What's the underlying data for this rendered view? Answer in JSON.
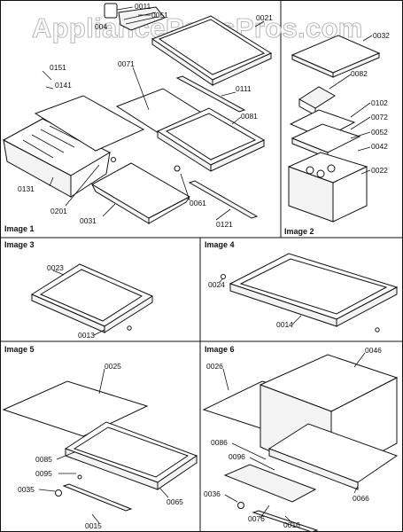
{
  "watermark": "AppliancePartsPros.com",
  "panels": {
    "image1": "Image 1",
    "image2": "Image 2",
    "image3": "Image 3",
    "image4": "Image 4",
    "image5": "Image 5",
    "image6": "Image 6"
  },
  "labels": {
    "p0011": "0011",
    "p0051": "0051",
    "p0021": "0021",
    "p004": "004",
    "p0151": "0151",
    "p0141": "0141",
    "p0071": "0071",
    "p0111": "0111",
    "p0081": "0081",
    "p0131": "0131",
    "p0201": "0201",
    "p0031": "0031",
    "p0061": "0061",
    "p0121": "0121",
    "p0032": "0032",
    "p0082": "0082",
    "p0102": "0102",
    "p0072": "0072",
    "p0052": "0052",
    "p0042": "0042",
    "p0022": "0022",
    "p0023": "0023",
    "p0013": "0013",
    "p0024": "0024",
    "p0014": "0014",
    "p0025": "0025",
    "p0085": "0085",
    "p0095": "0095",
    "p0035": "0035",
    "p0015": "0015",
    "p0065": "0065",
    "p0026": "0026",
    "p0046": "0046",
    "p0086": "0086",
    "p0096": "0096",
    "p0036": "0036",
    "p0076": "0076",
    "p0016": "0016",
    "p0066": "0066"
  }
}
